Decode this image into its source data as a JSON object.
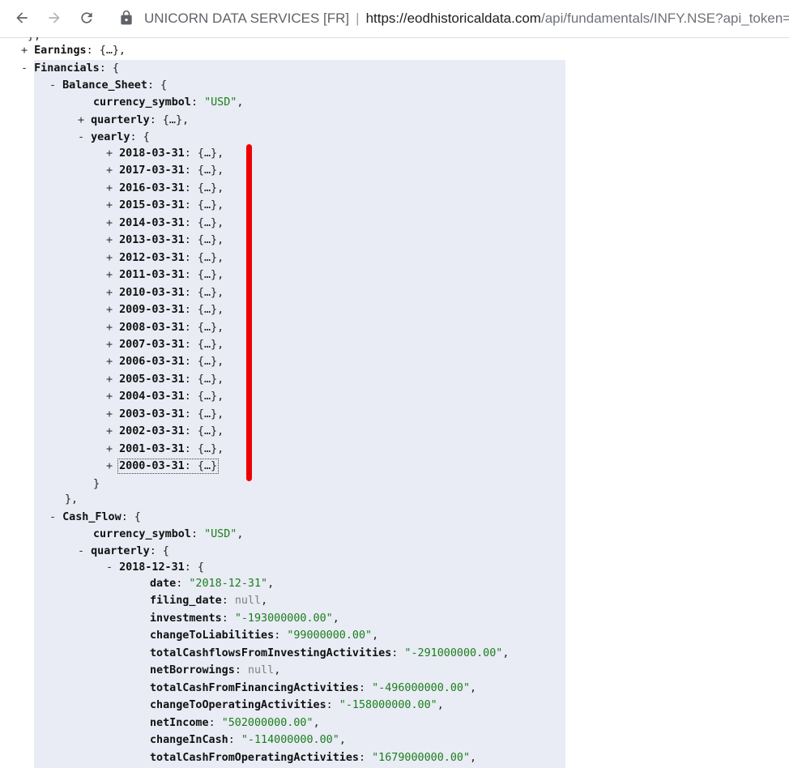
{
  "browser": {
    "site_org": "UNICORN DATA SERVICES [FR]",
    "separator": "|",
    "url_host": "https://eodhistoricaldata.com",
    "url_path": "/api/fundamentals/INFY.NSE?api_token="
  },
  "json": {
    "earnings_key": "Earnings",
    "financials_key": "Financials",
    "balance_sheet": {
      "key": "Balance_Sheet",
      "currency_key": "currency_symbol",
      "currency_value": "\"USD\"",
      "quarterly_key": "quarterly",
      "yearly_key": "yearly",
      "yearly_entries": [
        "2018-03-31",
        "2017-03-31",
        "2016-03-31",
        "2015-03-31",
        "2014-03-31",
        "2013-03-31",
        "2012-03-31",
        "2011-03-31",
        "2010-03-31",
        "2009-03-31",
        "2008-03-31",
        "2007-03-31",
        "2006-03-31",
        "2005-03-31",
        "2004-03-31",
        "2003-03-31",
        "2002-03-31",
        "2001-03-31",
        "2000-03-31"
      ]
    },
    "cash_flow": {
      "key": "Cash_Flow",
      "currency_key": "currency_symbol",
      "currency_value": "\"USD\"",
      "quarterly_key": "quarterly",
      "entry_key": "2018-12-31",
      "fields": [
        {
          "key": "date",
          "value": "\"2018-12-31\"",
          "type": "str"
        },
        {
          "key": "filing_date",
          "value": "null",
          "type": "nul"
        },
        {
          "key": "investments",
          "value": "\"-193000000.00\"",
          "type": "str"
        },
        {
          "key": "changeToLiabilities",
          "value": "\"99000000.00\"",
          "type": "str"
        },
        {
          "key": "totalCashflowsFromInvestingActivities",
          "value": "\"-291000000.00\"",
          "type": "str"
        },
        {
          "key": "netBorrowings",
          "value": "null",
          "type": "nul"
        },
        {
          "key": "totalCashFromFinancingActivities",
          "value": "\"-496000000.00\"",
          "type": "str"
        },
        {
          "key": "changeToOperatingActivities",
          "value": "\"-158000000.00\"",
          "type": "str"
        },
        {
          "key": "netIncome",
          "value": "\"502000000.00\"",
          "type": "str"
        },
        {
          "key": "changeInCash",
          "value": "\"-114000000.00\"",
          "type": "str"
        },
        {
          "key": "totalCashFromOperatingActivities",
          "value": "\"1679000000.00\"",
          "type": "str"
        }
      ]
    }
  },
  "colors": {
    "highlight": "#e9ebf5",
    "red_marker": "#ee0000",
    "string": "#1a7f1a",
    "null": "#808080"
  }
}
